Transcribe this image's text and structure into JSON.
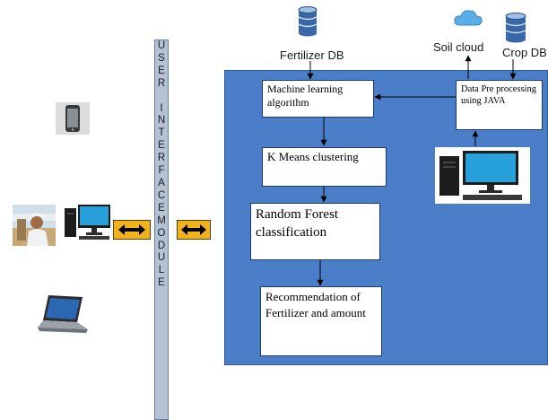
{
  "ui_module": {
    "letters": [
      "U",
      "S",
      "E",
      "R",
      " ",
      "I",
      "N",
      "T",
      "E",
      "R",
      "F",
      "A",
      "C",
      "E",
      "M",
      "O",
      "D",
      "U",
      "L",
      "E"
    ]
  },
  "sources": {
    "fertilizer_db": "Fertilizer DB",
    "soil_cloud": "Soil cloud",
    "crop_db": "Crop DB"
  },
  "processes": {
    "ml_algorithm": "Machine learning algorithm",
    "preprocessing": "Data Pre processing using JAVA",
    "kmeans": "K Means clustering",
    "random_forest": "Random Forest classification",
    "recommendation": "Recommendation of Fertilizer and amount"
  },
  "colors": {
    "panel": "#4a7ec8",
    "ui_strip": "#b4c3d4",
    "arrow_fill": "#f2b21b"
  },
  "icons": {
    "devices": [
      "smartphone-icon",
      "farmer-photo",
      "desktop-computer-icon",
      "laptop-icon"
    ],
    "databases": [
      "database-icon",
      "cloud-icon"
    ],
    "connectors": [
      "double-arrow-icon"
    ]
  }
}
